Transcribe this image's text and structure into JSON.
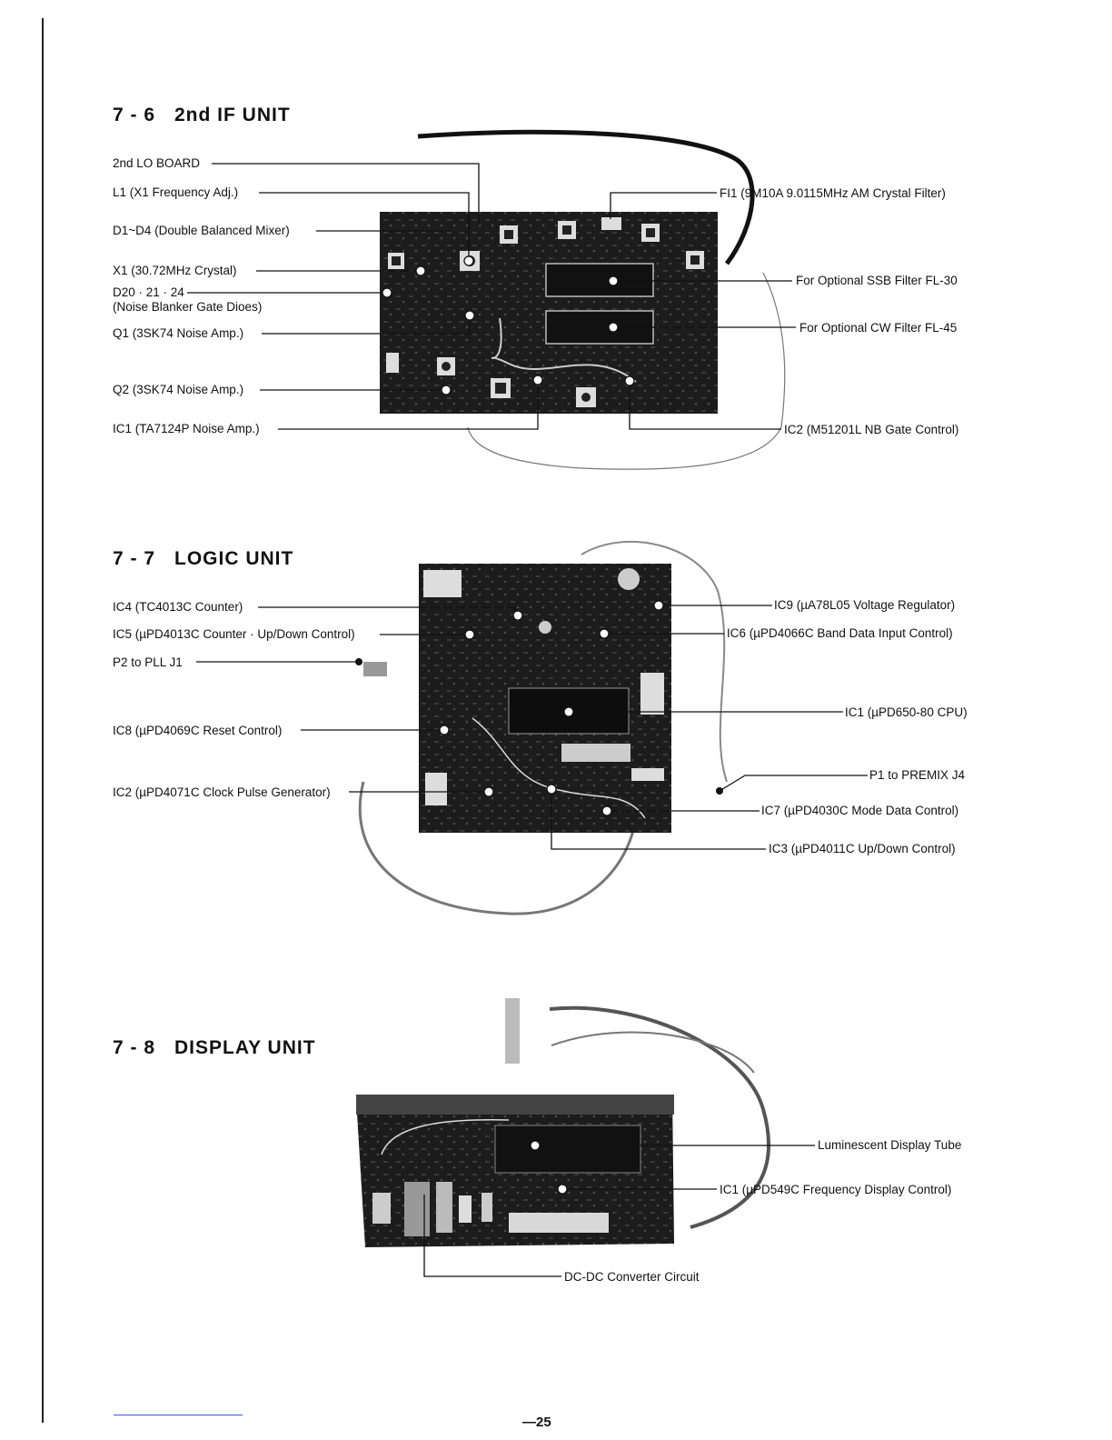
{
  "sections": {
    "s76": {
      "number": "7 - 6",
      "title": "2nd IF UNIT",
      "labels": {
        "lo_board": "2nd LO BOARD",
        "l1": "L1 (X1 Frequency Adj.)",
        "d1d4": "D1~D4 (Double Balanced Mixer)",
        "x1": "X1 (30.72MHz Crystal)",
        "d20": "D20 · 21 · 24",
        "d20_note": "(Noise Blanker Gate Dioes)",
        "q1": "Q1 (3SK74 Noise Amp.)",
        "q2": "Q2 (3SK74 Noise Amp.)",
        "ic1": "IC1 (TA7124P Noise Amp.)",
        "fi1": "FI1 (9M10A 9.0115MHz AM Crystal Filter)",
        "ssb": "For Optional SSB Filter FL-30",
        "cw": "For Optional CW Filter FL-45",
        "ic2": "IC2 (M51201L NB Gate Control)"
      }
    },
    "s77": {
      "number": "7 - 7",
      "title": "LOGIC UNIT",
      "labels": {
        "ic4": "IC4 (TC4013C Counter)",
        "ic5": "IC5 (µPD4013C Counter · Up/Down Control)",
        "p2": "P2 to PLL J1",
        "ic8": "IC8 (µPD4069C Reset Control)",
        "ic2": "IC2 (µPD4071C Clock Pulse Generator)",
        "ic9": "IC9 (µA78L05 Voltage Regulator)",
        "ic6": "IC6 (µPD4066C Band Data Input Control)",
        "ic1": "IC1 (µPD650-80 CPU)",
        "p1": "P1 to PREMIX J4",
        "ic7": "IC7 (µPD4030C Mode Data Control)",
        "ic3": "IC3 (µPD4011C Up/Down Control)"
      }
    },
    "s78": {
      "number": "7 - 8",
      "title": "DISPLAY UNIT",
      "labels": {
        "tube": "Luminescent Display Tube",
        "ic1": "IC1 (µPD549C Frequency Display Control)",
        "dcdc": "DC-DC Converter Circuit"
      }
    }
  },
  "page_number": "—25",
  "colors": {
    "ink": "#111111",
    "board": "#1a1a1a",
    "paper": "#ffffff"
  }
}
